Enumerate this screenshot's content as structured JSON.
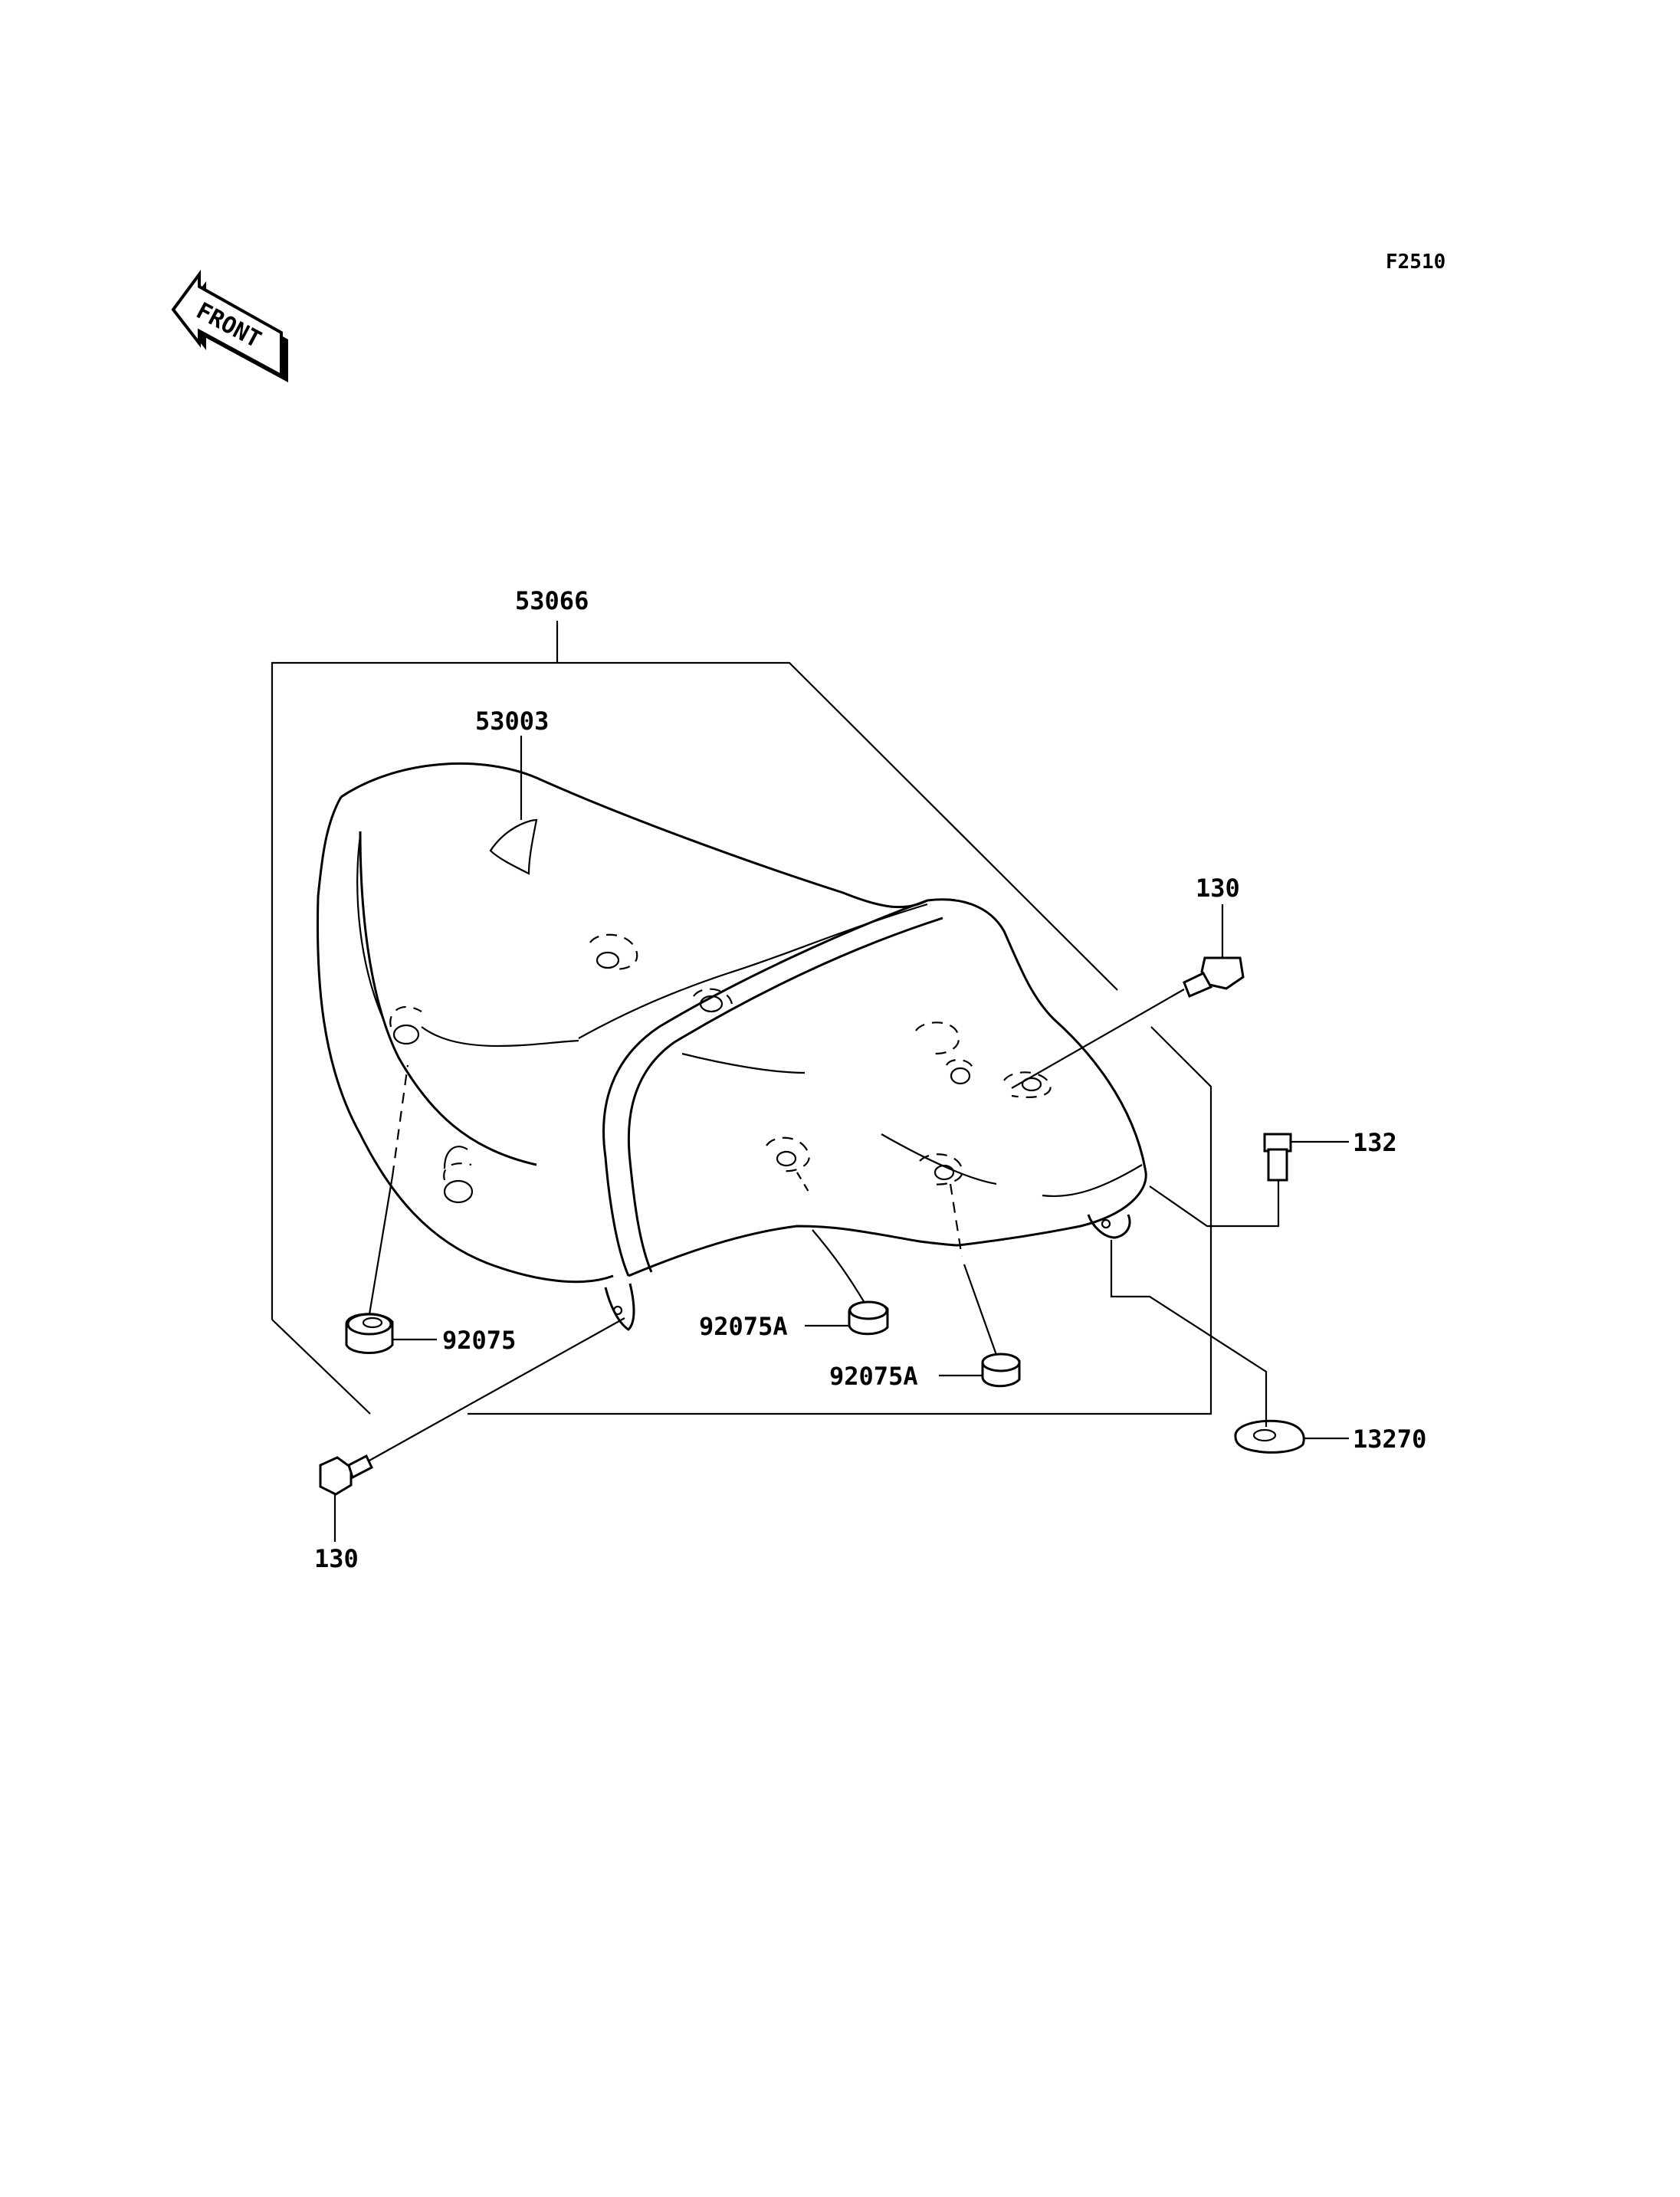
{
  "figure_code": "F2510",
  "front_label": "FRONT",
  "parts": {
    "seat_assembly": "53066",
    "seat_label": "53003",
    "bolt_upper": "130",
    "bolt_lower": "130",
    "bolt_132": "132",
    "damper_left": "92075",
    "damper_mid": "92075A",
    "damper_right": "92075A",
    "bracket": "13270"
  }
}
